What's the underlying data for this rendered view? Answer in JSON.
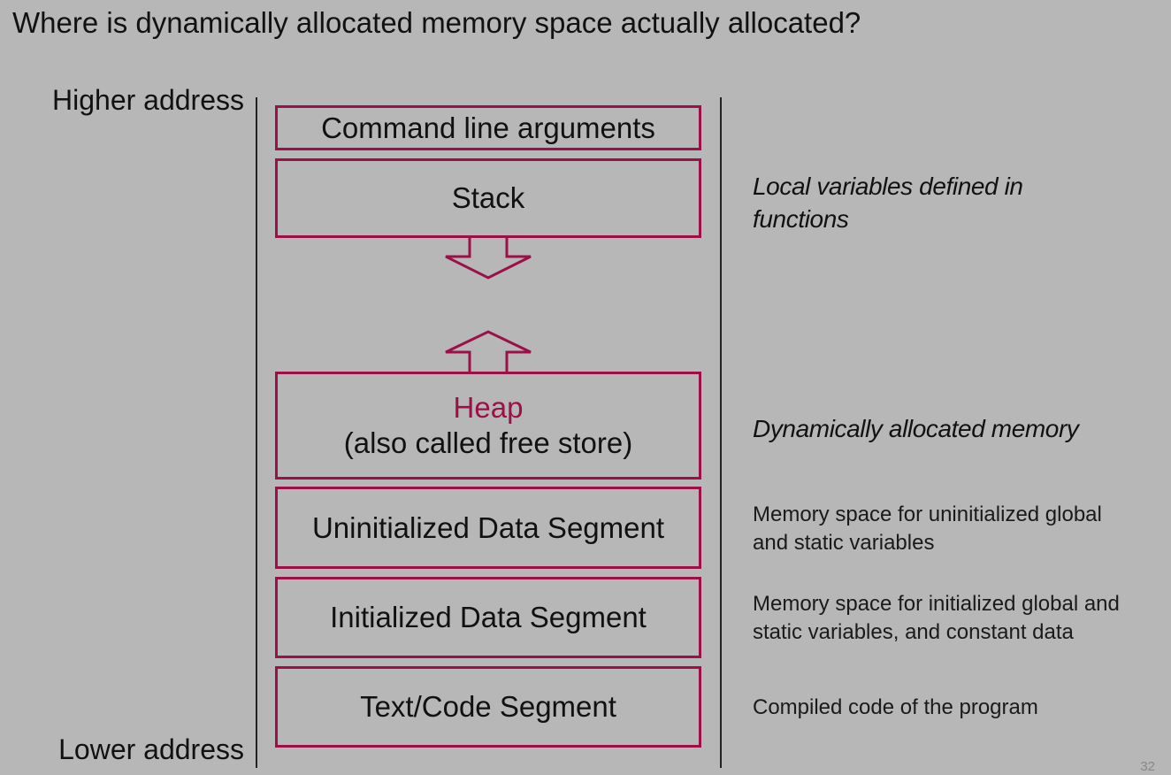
{
  "title": "Where is dynamically allocated memory space actually allocated?",
  "addresses": {
    "higher": "Higher address",
    "lower": "Lower address"
  },
  "segments": {
    "command_line": "Command line arguments",
    "stack": "Stack",
    "heap_name": "Heap",
    "heap_sub": "(also called free store)",
    "uninitialized": "Uninitialized Data Segment",
    "initialized": "Initialized Data Segment",
    "text_code": "Text/Code Segment"
  },
  "notes": {
    "stack_line1": "Local variables defined in",
    "stack_line2": "functions",
    "heap": "Dynamically allocated memory",
    "uninit_line1": "Memory space for uninitialized global",
    "uninit_line2": "and static variables",
    "init_line1": "Memory space for initialized global and",
    "init_line2": "static variables, and constant data",
    "text": "Compiled code of the program"
  },
  "page_number": "32",
  "colors": {
    "accent": "#9b1046",
    "background": "#b7b7b7"
  },
  "icons": {
    "stack_growth": "down-arrow-icon",
    "heap_growth": "up-arrow-icon"
  }
}
